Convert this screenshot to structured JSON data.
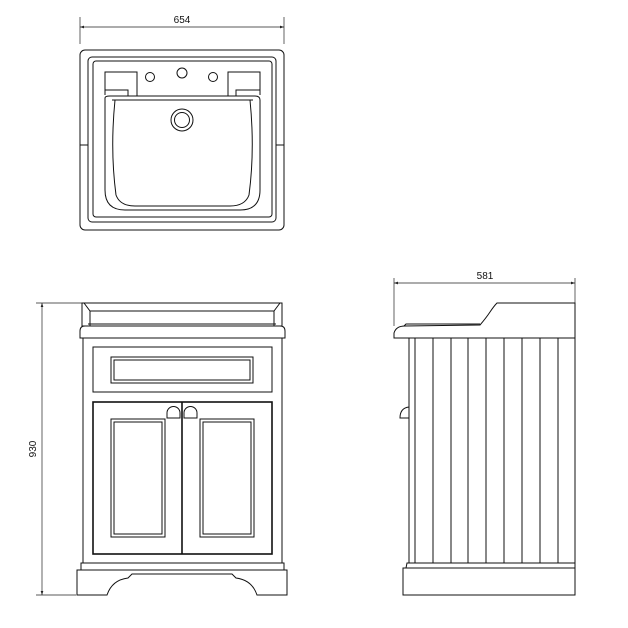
{
  "dimensions": {
    "basin_width": "654",
    "overall_height": "930",
    "side_depth": "581"
  },
  "colors": {
    "line": "#111111",
    "background": "#ffffff"
  }
}
